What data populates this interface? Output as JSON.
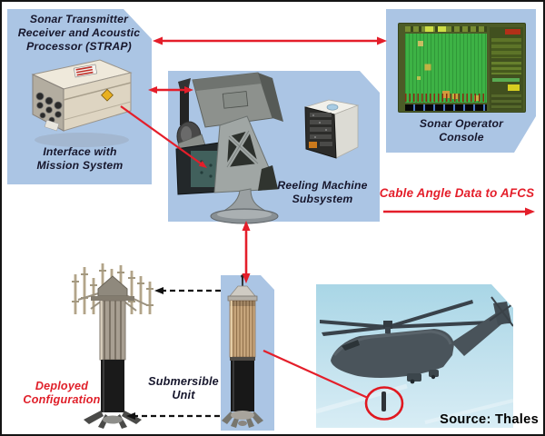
{
  "diagram_title": "Helicopter dipping sonar system diagram",
  "colors": {
    "panel_blue": "#abc5e4",
    "arrow_red": "#e41e2a",
    "label_dark": "#16162c",
    "label_red": "#e0202a",
    "screen_green": "#3db245",
    "console_frame": "#4c5b27",
    "sky_blue": "#b5dcea"
  },
  "panels": {
    "strap": {
      "label": "Sonar Transmitter\nReceiver and Acoustic\nProcessor (STRAP)"
    },
    "interface_mission": {
      "label": "Interface with\nMission System"
    },
    "reeling_machine": {
      "label": "Reeling Machine\nSubsystem"
    },
    "operator_console": {
      "label": "Sonar Operator\nConsole"
    },
    "submersible_unit": {
      "label": "Submersible\nUnit"
    },
    "deployed_config": {
      "label": "Deployed\nConfiguration"
    }
  },
  "annotations": {
    "cable_angle": "Cable Angle Data to AFCS",
    "source_credit": "Source: Thales"
  },
  "images": {
    "strap_unit": "strap-transmitter-receiver-box",
    "reeling_machine": "reeling-machine-on-pedestal",
    "interface_box": "interface-electronics-box",
    "operator_screen": "green-sonar-display-screen",
    "deployed_unit": "deployed-sonar-array",
    "submersible_unit": "stowed-submersible-sonar-body",
    "helicopter": "merlin-helicopter-with-dipping-sonar"
  }
}
